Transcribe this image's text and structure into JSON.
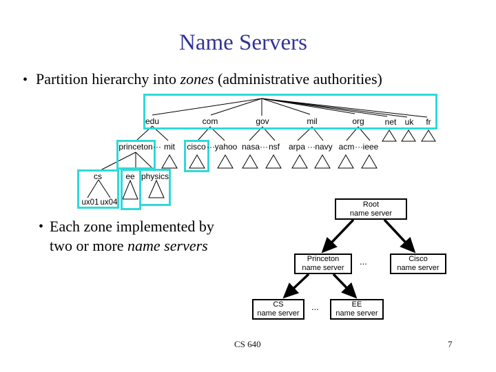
{
  "title": "Name Servers",
  "bullet1": {
    "bullet": "•",
    "pre": "Partition hierarchy into ",
    "em": "zones",
    "post": " (administrative authorities)"
  },
  "bullet2": {
    "bullet": "•",
    "line1": "Each zone implemented by",
    "line2_pre": "two or more ",
    "line2_em": "name servers"
  },
  "footer": {
    "course": "CS 640",
    "page": "7"
  },
  "colors": {
    "zone_highlight": "#2fd9d9",
    "title_blue": "#333399"
  },
  "tree": {
    "l1": [
      "edu",
      "com",
      "gov",
      "mil",
      "org",
      "net",
      "uk",
      "fr"
    ],
    "l2": [
      "princeton",
      "···",
      "mit",
      "cisco",
      "···",
      "yahoo",
      "nasa",
      "···",
      "nsf",
      "arpa",
      "···",
      "navy",
      "acm",
      "···",
      "ieee"
    ],
    "l3": [
      "cs",
      "ee",
      "physics"
    ],
    "l4": [
      "ux01",
      "ux04"
    ]
  },
  "ns": {
    "root": [
      "Root",
      "name server"
    ],
    "princeton": [
      "Princeton",
      "name server"
    ],
    "cisco": [
      "Cisco",
      "name server"
    ],
    "cs": [
      "CS",
      "name server"
    ],
    "ee": [
      "EE",
      "name server"
    ],
    "dots_mid": "...",
    "dots_low": "..."
  }
}
